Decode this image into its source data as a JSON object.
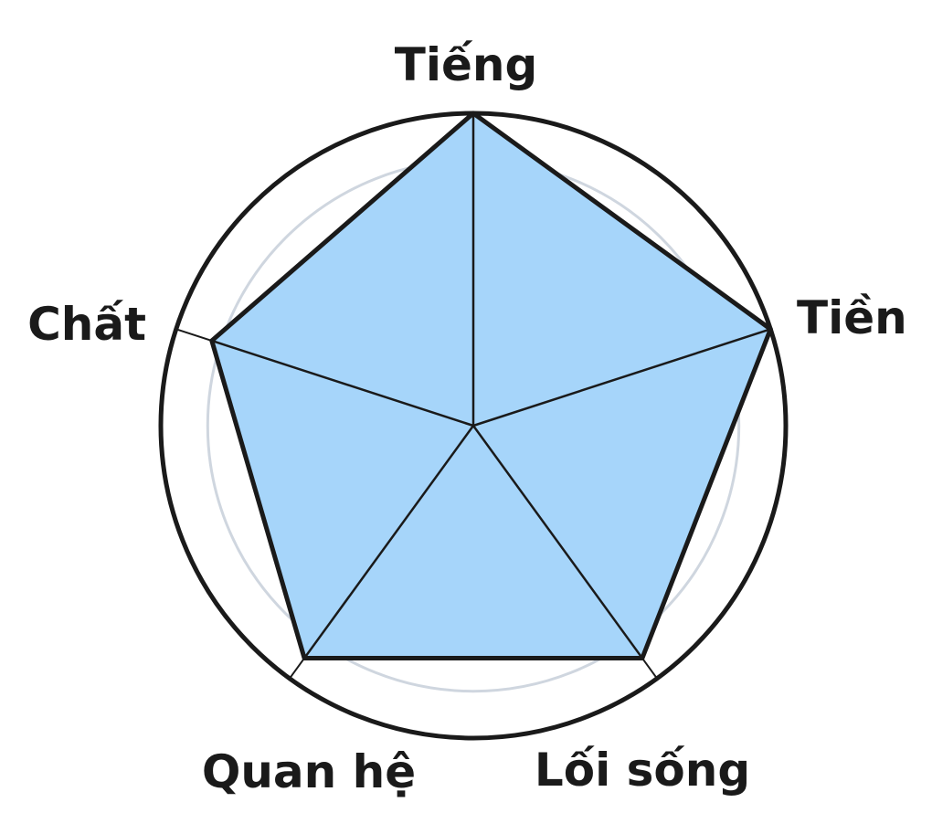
{
  "chart_data": {
    "type": "radar",
    "axes": [
      "Tiếng",
      "Tiền",
      "Lối sống",
      "Quan hệ",
      "Chất"
    ],
    "values": [
      1.0,
      1.0,
      0.92,
      0.92,
      0.88
    ],
    "range": [
      0,
      1
    ],
    "grid_levels": [
      0.85,
      1.0
    ],
    "grid": true,
    "colors": {
      "fill": "#a6d5fa",
      "stroke": "#1a1a1a",
      "grid_inner": "#cfd6df",
      "grid_outer": "#1a1a1a"
    }
  }
}
